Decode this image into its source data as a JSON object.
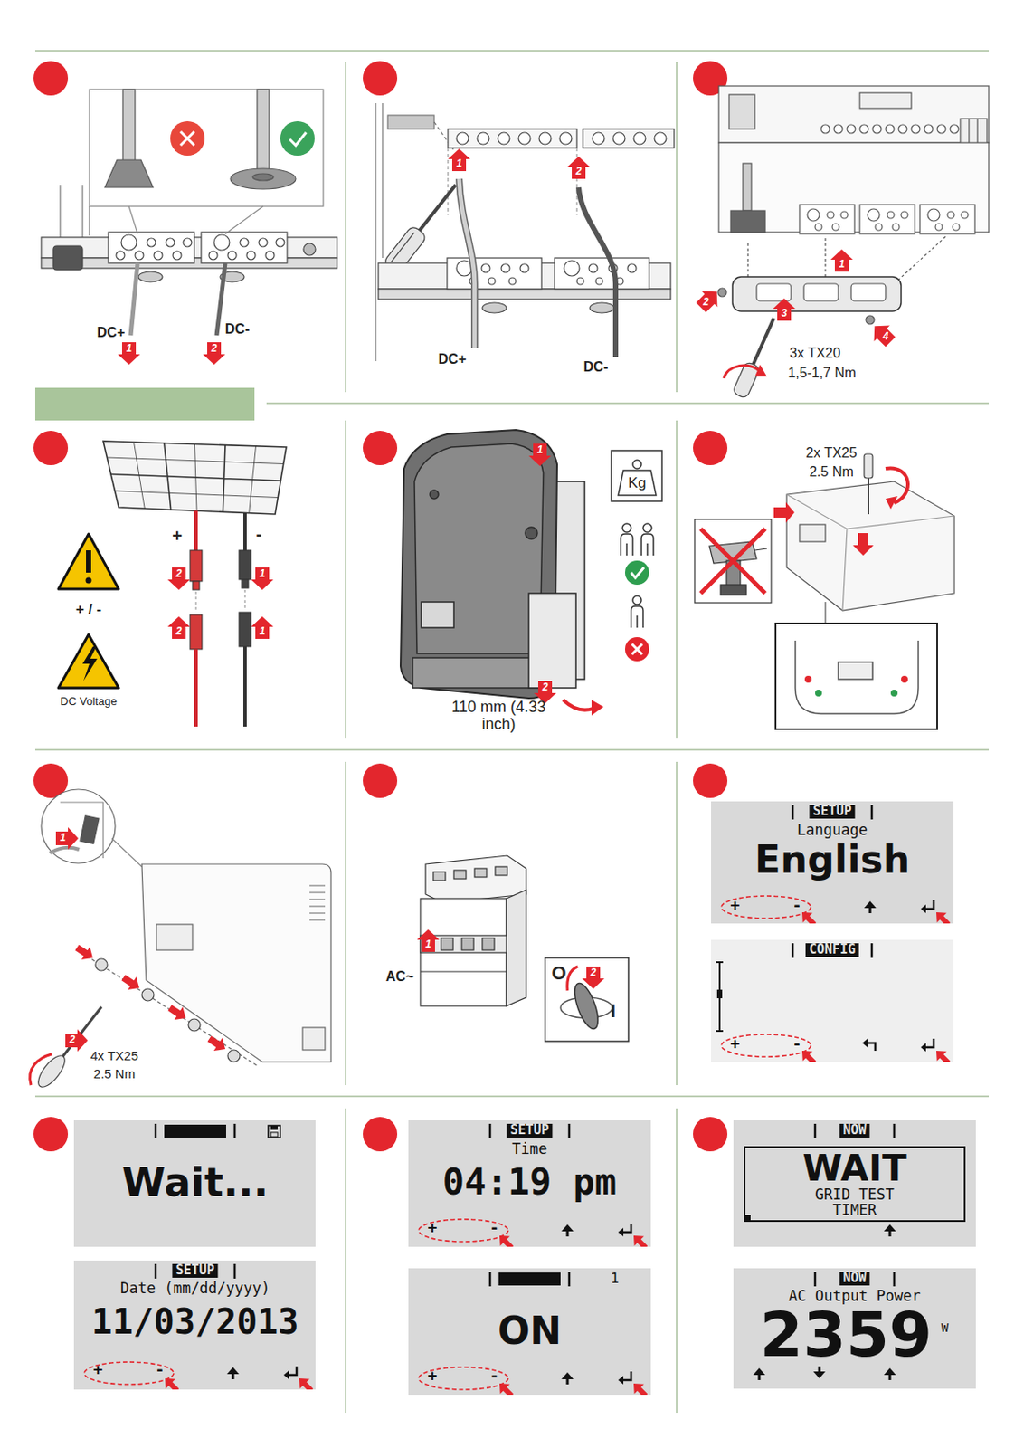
{
  "diagram": {
    "nodes": [
      {
        "text": [
          "SETUP",
          "Language",
          "English",
          "+",
          "-"
        ]
      },
      {
        "text": [
          "CONFIG",
          "+",
          "-"
        ]
      },
      {
        "text": [
          "Wait..."
        ]
      },
      {
        "text": [
          "SETUP",
          "Date (mm/dd/yyyy)",
          "11/03/2013",
          "+",
          "-"
        ]
      },
      {
        "text": [
          "SETUP",
          "Time",
          "04:19 pm",
          "+",
          "-"
        ]
      },
      {
        "text": [
          "1",
          "ON",
          "+",
          "-"
        ]
      },
      {
        "text": [
          "NOW"
        ]
      },
      {
        "text": [
          "WAIT",
          "GRID TEST TIMER"
        ],
        "in": 6
      },
      {
        "text": [
          "NOW",
          "AC Output Power",
          "2359",
          "W"
        ]
      }
    ],
    "labels": [
      "DC+",
      "DC-",
      "1",
      "2",
      "1",
      "2",
      "DC+",
      "DC-",
      "1",
      "2",
      "3",
      "4",
      "3x TX20",
      "1,5-1,7 Nm",
      "+",
      "-",
      "2",
      "1",
      "2",
      "1",
      "+ / -",
      "DC Voltage",
      "1",
      "Kg",
      "2",
      "110 mm (4.33 inch)",
      "2x TX25",
      "2.5 Nm",
      "1",
      "2",
      "4x TX25",
      "2.5 Nm",
      "1",
      "AC~",
      "O",
      "2",
      "I"
    ]
  }
}
